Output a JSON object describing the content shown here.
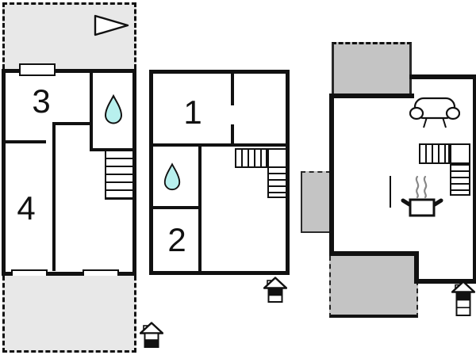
{
  "page": {
    "type": "holiday-home-floor-plan-set",
    "plan_count": 3
  },
  "palette": {
    "wall": "#111111",
    "paper": "#ffffff",
    "terrace_light": "#e8e8e8",
    "terrace_dark": "#c4c4c4",
    "water": "#b8f0ee",
    "steam": "#888888"
  },
  "plans": {
    "left": {
      "name": "bedroom-floor-plan",
      "room3_label": "3",
      "room4_label": "4",
      "floor_indicator": "two-storey-house-lower-floor-highlighted",
      "features": [
        "dashed-terrace-top",
        "direction-arrow",
        "bathroom-water-drop",
        "straight-staircase",
        "window-top",
        "two-windows-bottom",
        "dashed-terrace-bottom",
        "house-level-icon"
      ]
    },
    "middle": {
      "name": "bedroom-floor-plan-2",
      "room1_label": "1",
      "room2_label": "2",
      "floor_indicator": "two-storey-house-upper-floor-highlighted",
      "features": [
        "bathroom-water-drop",
        "l-shaped-staircase",
        "interior-door-opening",
        "house-level-icon"
      ]
    },
    "right": {
      "name": "living-floor-plan",
      "floor_indicator": "three-storey-house-top-floor-highlighted",
      "features": [
        "terrace-top",
        "terrace-left",
        "terrace-bottom",
        "sofa",
        "stove-with-steam",
        "kitchen-counter-line",
        "l-shaped-staircase",
        "house-level-icon"
      ]
    }
  }
}
